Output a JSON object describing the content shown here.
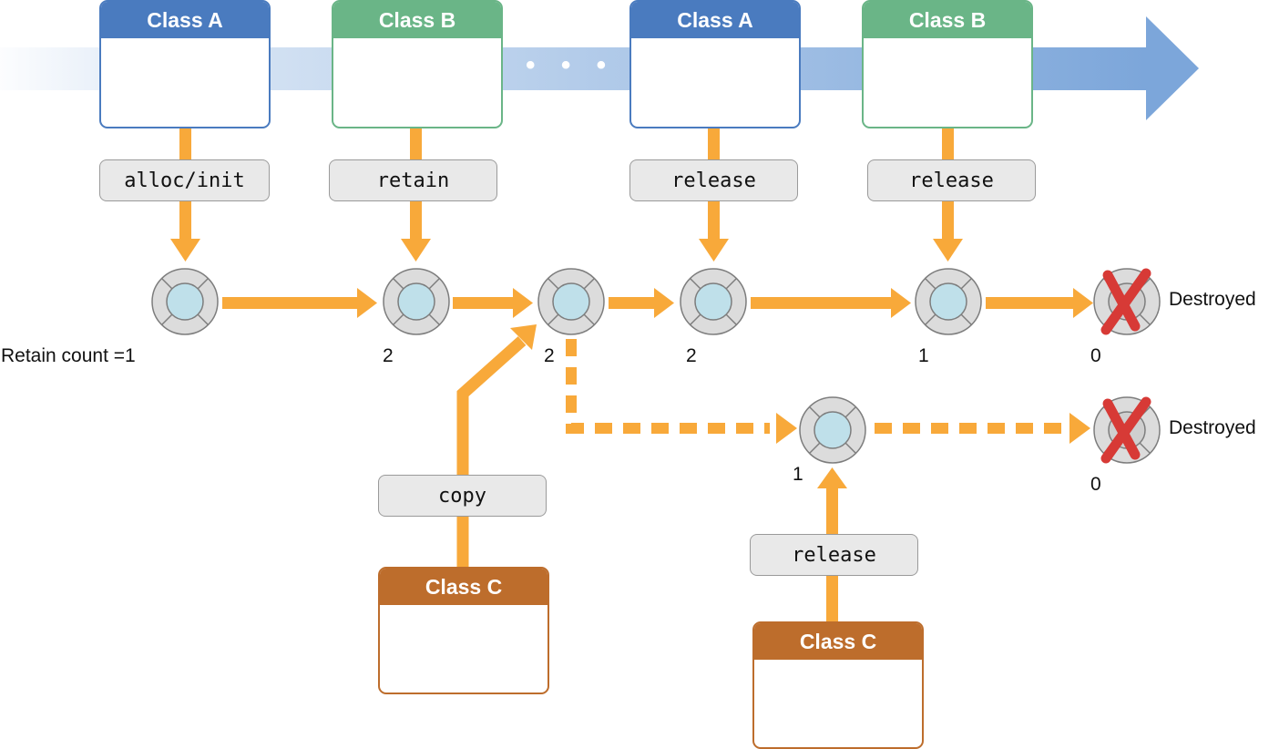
{
  "timeline": {
    "ellipsis": "• • •"
  },
  "colors": {
    "class_a": "#4a7bbf",
    "class_b": "#6ab587",
    "class_c": "#bd6d2c",
    "arrow": "#f8a93a",
    "method_bg": "#e9e9e9",
    "node_ring": "#d9d9d9",
    "node_core": "#bfe0ea",
    "cross": "#d73a36"
  },
  "classes": {
    "a1": {
      "label": "Class A"
    },
    "b1": {
      "label": "Class B"
    },
    "a2": {
      "label": "Class A"
    },
    "b2": {
      "label": "Class B"
    },
    "c1": {
      "label": "Class C"
    },
    "c2": {
      "label": "Class C"
    }
  },
  "methods": {
    "alloc_init": "alloc/init",
    "retain": "retain",
    "release_a": "release",
    "release_b": "release",
    "copy": "copy",
    "release_c": "release"
  },
  "counts": {
    "n1": "Retain count =1",
    "n2": "2",
    "n3": "2",
    "n4": "2",
    "n5": "1",
    "n6": "0",
    "copy_node": "1",
    "copy_end": "0"
  },
  "labels": {
    "destroyed_top": "Destroyed",
    "destroyed_bottom": "Destroyed"
  }
}
